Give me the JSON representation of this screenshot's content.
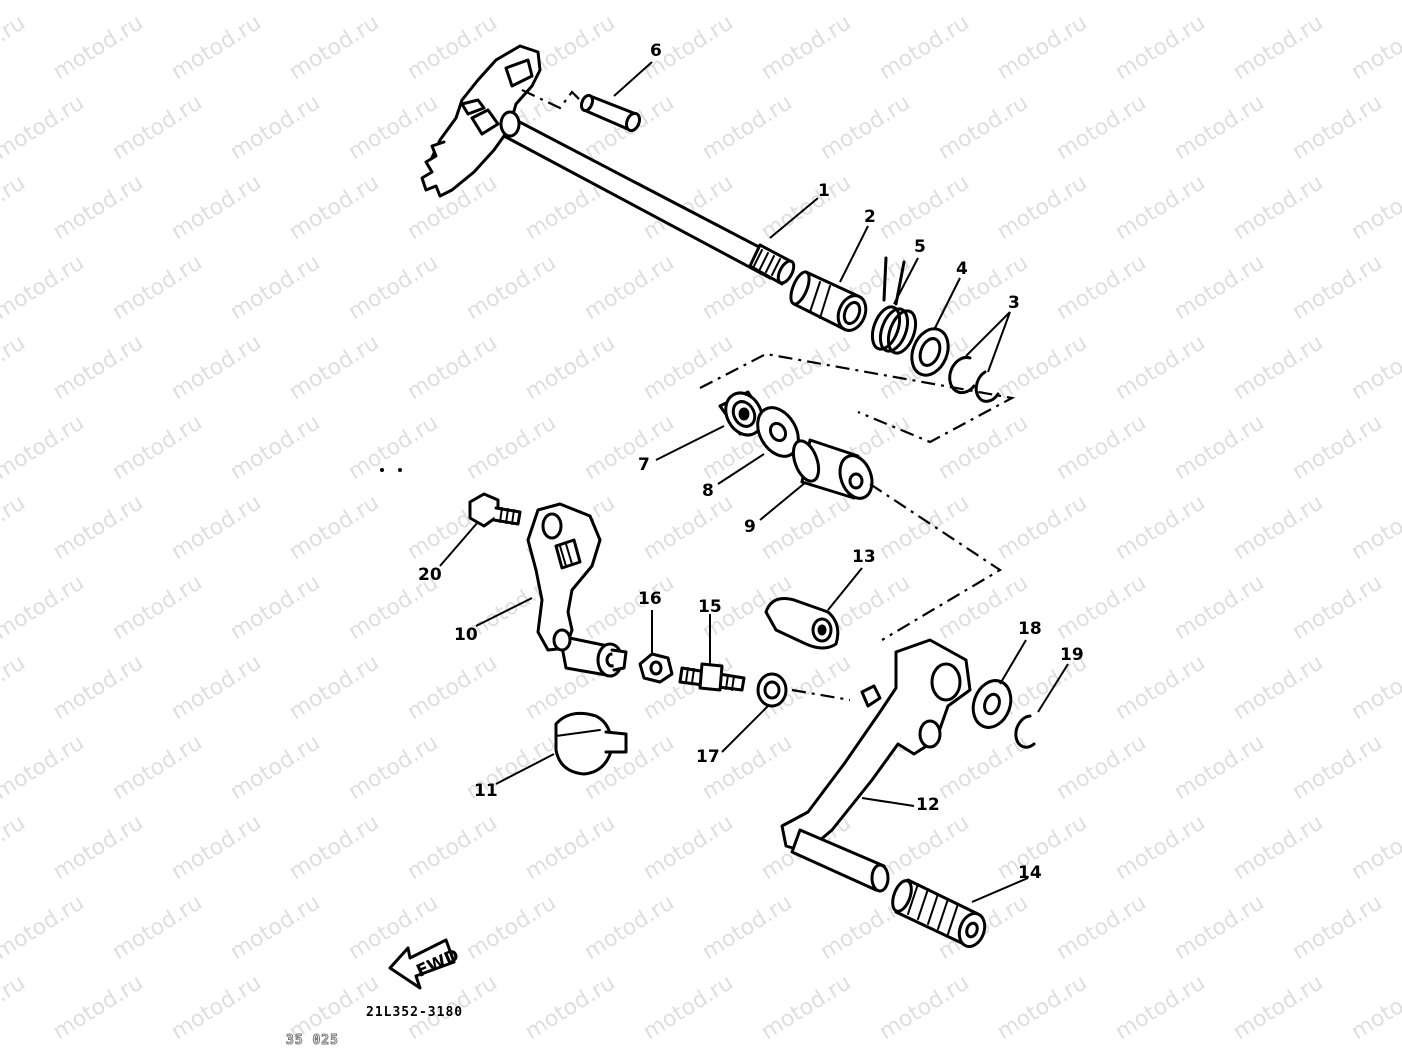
{
  "diagram": {
    "parts": [
      {
        "id": 1,
        "label": "1"
      },
      {
        "id": 2,
        "label": "2"
      },
      {
        "id": 3,
        "label": "3"
      },
      {
        "id": 4,
        "label": "4"
      },
      {
        "id": 5,
        "label": "5"
      },
      {
        "id": 6,
        "label": "6"
      },
      {
        "id": 7,
        "label": "7"
      },
      {
        "id": 8,
        "label": "8"
      },
      {
        "id": 9,
        "label": "9"
      },
      {
        "id": 10,
        "label": "10"
      },
      {
        "id": 11,
        "label": "11"
      },
      {
        "id": 12,
        "label": "12"
      },
      {
        "id": 13,
        "label": "13"
      },
      {
        "id": 14,
        "label": "14"
      },
      {
        "id": 15,
        "label": "15"
      },
      {
        "id": 16,
        "label": "16"
      },
      {
        "id": 17,
        "label": "17"
      },
      {
        "id": 18,
        "label": "18"
      },
      {
        "id": 19,
        "label": "19"
      },
      {
        "id": 20,
        "label": "20"
      }
    ],
    "direction_label": "FWD",
    "drawing_code": "21L352-3180",
    "bottom_code": "35 025",
    "watermark": "motod.ru"
  }
}
